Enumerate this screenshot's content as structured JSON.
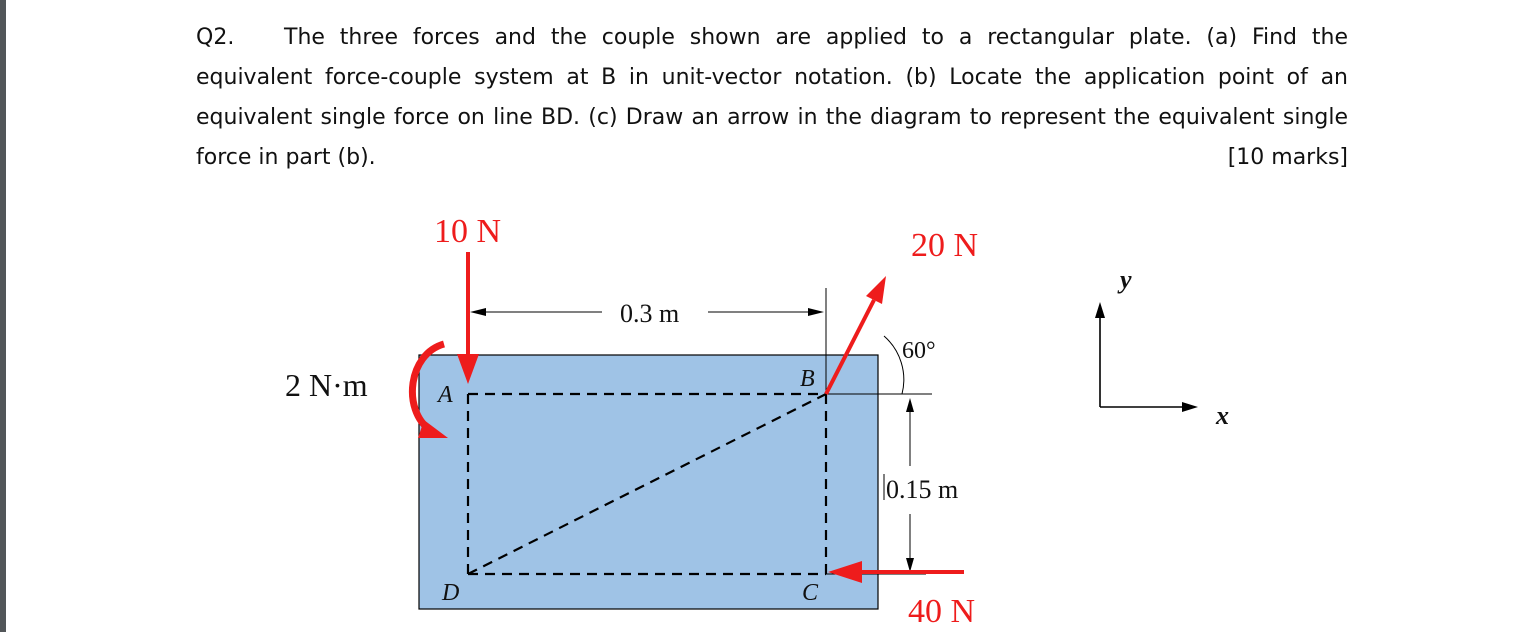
{
  "question": {
    "number": "Q2.",
    "line1": "The three forces and the couple shown are applied to a rectangular plate. (a) Find the",
    "line2": "equivalent force-couple system at B in unit-vector notation. (b) Locate the application point of an",
    "line3": "equivalent single force on line BD. (c) Draw an arrow in the diagram to represent the equivalent single",
    "line4": "force in part (b).",
    "marks": "[10 marks]"
  },
  "diagram": {
    "force_10": "10 N",
    "force_20": "20 N",
    "force_40": "40 N",
    "couple": "2 N·m",
    "dim_horizontal": "0.3 m",
    "dim_vertical": "0.15 m",
    "angle": "60°",
    "point_a": "A",
    "point_b": "B",
    "point_c": "C",
    "point_d": "D",
    "axis_x": "x",
    "axis_y": "y",
    "colors": {
      "plate": "#9fc3e6",
      "force": "#ee1c1c",
      "outline": "#000000"
    }
  }
}
